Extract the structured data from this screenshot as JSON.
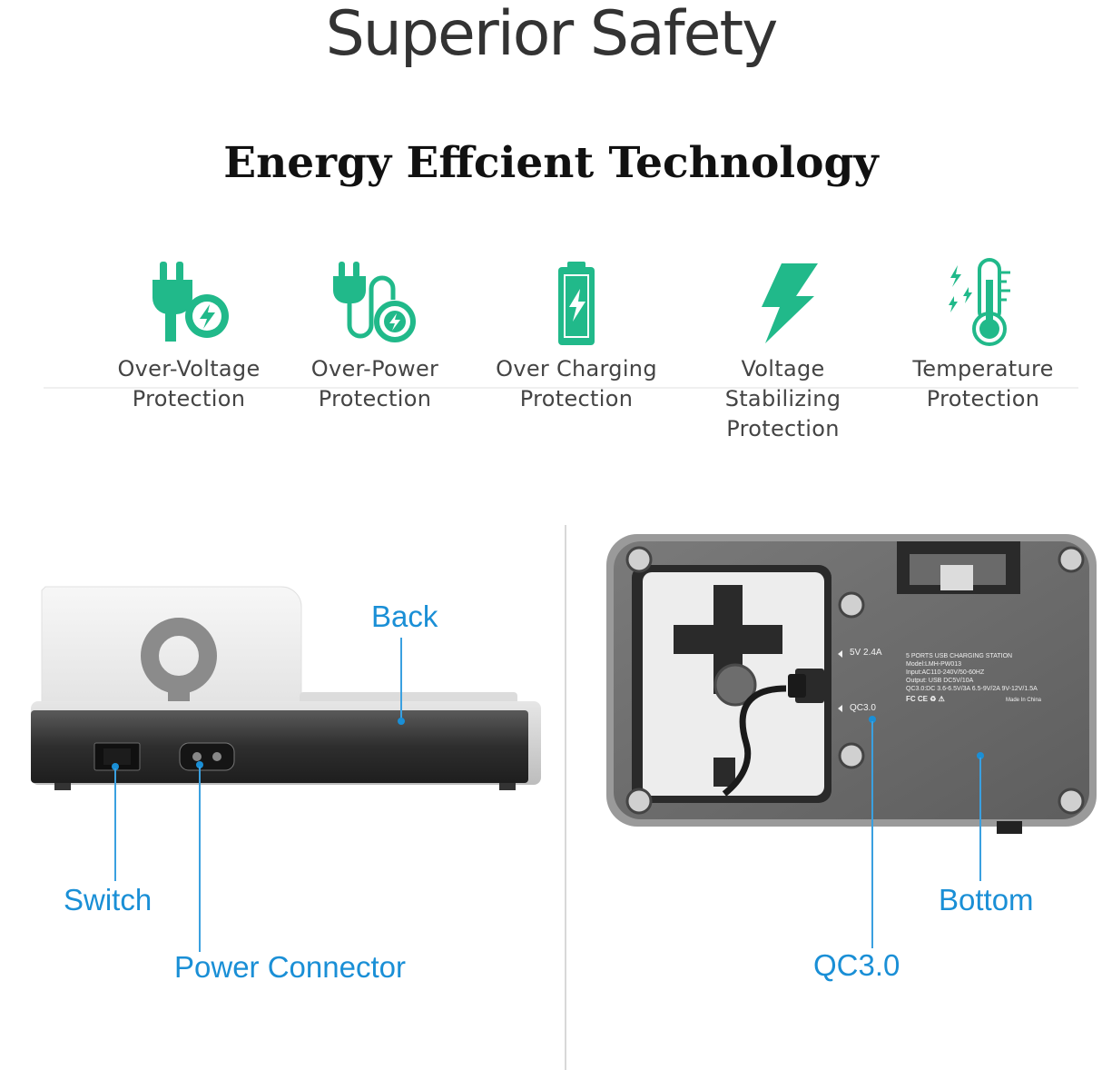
{
  "heading": "Superior Safety",
  "subheading": "Energy Effcient Technology",
  "colors": {
    "accent": "#21b98a",
    "callout": "#1a8fd6",
    "text": "#444444"
  },
  "features": [
    {
      "icon": "plug-bolt-icon",
      "line1": "Over-Voltage",
      "line2": "Protection"
    },
    {
      "icon": "plug-cable-bolt-icon",
      "line1": "Over-Power",
      "line2": "Protection"
    },
    {
      "icon": "battery-bolt-icon",
      "line1": "Over Charging",
      "line2": "Protection"
    },
    {
      "icon": "lightning-bolt-icon",
      "line1": "Voltage Stabilizing",
      "line2": "Protection"
    },
    {
      "icon": "thermometer-icon",
      "line1": "Temperature",
      "line2": "Protection"
    }
  ],
  "left_product": {
    "callouts": {
      "back": "Back",
      "switch": "Switch",
      "power_connector": "Power Connector"
    }
  },
  "right_product": {
    "port_labels": {
      "usb": "5V 2.4A",
      "qc": "QC3.0"
    },
    "spec_lines": [
      "5 PORTS USB CHARGING STATION",
      "Model:LMH-PW013",
      "Input:AC110-240V/50-60HZ",
      "Output: USB DC5V/10A",
      "QC3.0:DC 3.6-6.5V/3A 6.5-9V/2A 9V-12V/1.5A"
    ],
    "cert_marks": "FC CE ♻ ⚠",
    "made_in": "Made In China",
    "callouts": {
      "bottom": "Bottom",
      "qc": "QC3.0"
    }
  }
}
